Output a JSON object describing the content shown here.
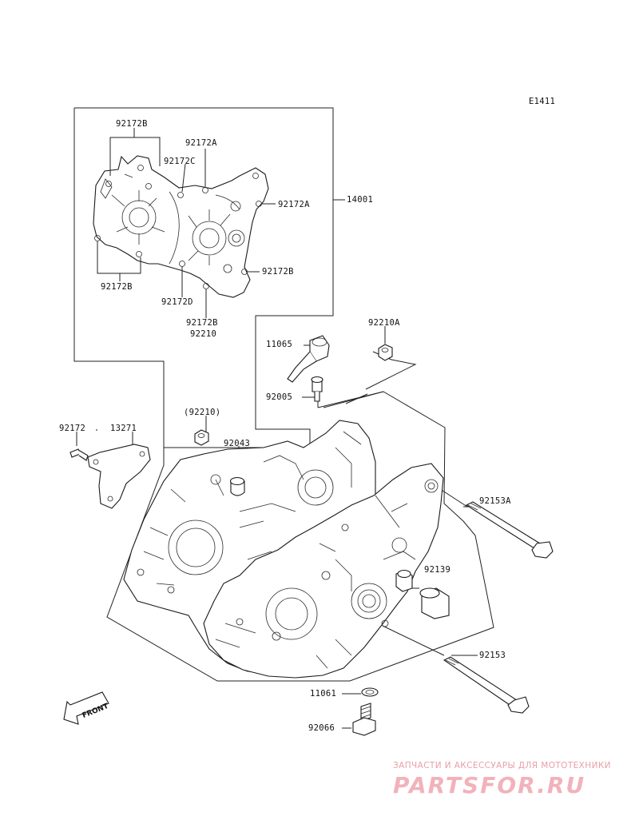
{
  "figure_id": "E1411",
  "labels": {
    "p92172B_top": "92172B",
    "p92172A_top": "92172A",
    "p92172C": "92172C",
    "p92172A_right": "92172A",
    "p14001": "14001",
    "p92172B_right": "92172B",
    "p92172B_left": "92172B",
    "p92172D": "92172D",
    "p92172B_bottom": "92172B",
    "p92210_bottom": "92210",
    "p92210A": "92210A",
    "p11065": "11065",
    "p92005": "92005",
    "p92210_paren": "(92210)",
    "p92172": "92172",
    "p13271": "13271",
    "p92043": "92043",
    "p92153A": "92153A",
    "p92139": "92139",
    "p92153": "92153",
    "p11061": "11061",
    "p92066": "92066"
  },
  "front_arrow": "FRONT",
  "watermark": {
    "tagline": "ЗАПЧАСТИ И АКСЕССУАРЫ ДЛЯ МОТОТЕХНИКИ",
    "name": "PARTSFOR.RU",
    "color": "#f2b2bb"
  }
}
